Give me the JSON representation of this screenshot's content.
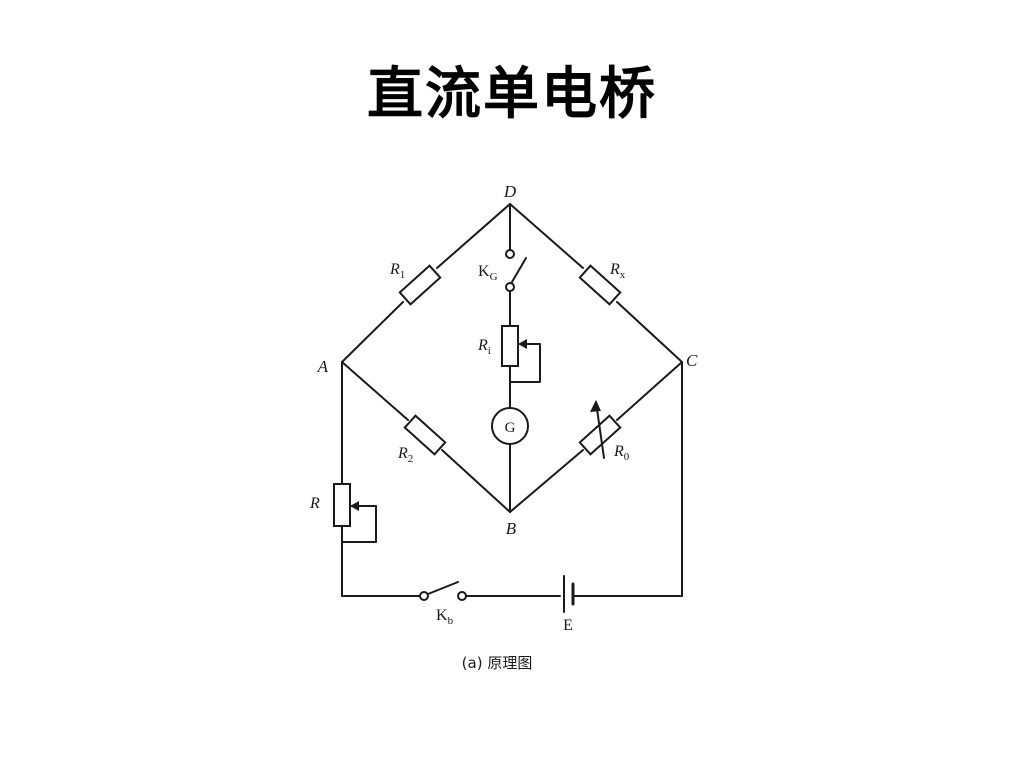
{
  "slide": {
    "title": "直流单电桥"
  },
  "diagram": {
    "nodes": {
      "A": "A",
      "B": "B",
      "C": "C",
      "D": "D"
    },
    "components": {
      "r1": {
        "symbol": "R",
        "subscript": "1"
      },
      "rx": {
        "symbol": "R",
        "subscript": "x"
      },
      "r2": {
        "symbol": "R",
        "subscript": "2"
      },
      "r0": {
        "symbol": "R",
        "subscript": "0"
      },
      "ri": {
        "symbol": "R",
        "subscript": "i"
      },
      "r": {
        "symbol": "R"
      },
      "kg": {
        "symbol": "K",
        "subscript": "G"
      },
      "kb": {
        "symbol": "K",
        "subscript": "b"
      },
      "e": {
        "symbol": "E"
      },
      "g": {
        "symbol": "G"
      }
    },
    "caption": "(a) 原理图"
  }
}
